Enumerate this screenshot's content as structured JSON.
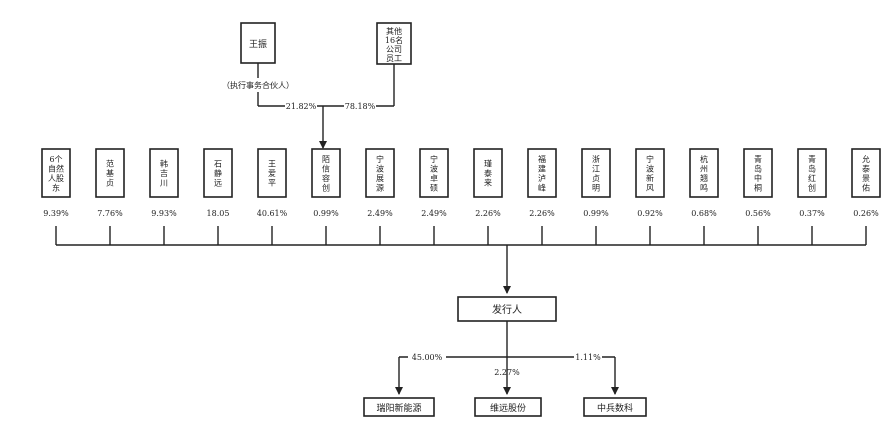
{
  "top_nodes": {
    "wangzhen": {
      "label": "王振"
    },
    "others": {
      "label_lines": [
        "其他",
        "16名",
        "公司",
        "员工"
      ]
    }
  },
  "gp_label": "（执行事务合伙人）",
  "left_pct": "21.82%",
  "right_pct": "78.18%",
  "shareholders": [
    {
      "lines": [
        "6个",
        "自然",
        "人股",
        "东"
      ],
      "pct": "9.39%"
    },
    {
      "lines": [
        "范",
        "基",
        "贞"
      ],
      "pct": "7.76%"
    },
    {
      "lines": [
        "韩",
        "吉",
        "川"
      ],
      "pct": "9.93%"
    },
    {
      "lines": [
        "石",
        "静",
        "远"
      ],
      "pct": "18.05"
    },
    {
      "lines": [
        "王",
        "爱",
        "平"
      ],
      "pct": "40.61%"
    },
    {
      "lines": [
        "陌",
        "信",
        "容",
        "创"
      ],
      "pct": "0.99%"
    },
    {
      "lines": [
        "宁",
        "波",
        "展",
        "源"
      ],
      "pct": "2.49%"
    },
    {
      "lines": [
        "宁",
        "波",
        "卓",
        "硕"
      ],
      "pct": "2.49%"
    },
    {
      "lines": [
        "瑾",
        "泰",
        "来"
      ],
      "pct": "2.26%"
    },
    {
      "lines": [
        "福",
        "建",
        "泸",
        "峰"
      ],
      "pct": "2.26%"
    },
    {
      "lines": [
        "浙",
        "江",
        "贞",
        "明"
      ],
      "pct": "0.99%"
    },
    {
      "lines": [
        "宁",
        "波",
        "新",
        "风"
      ],
      "pct": "0.92%"
    },
    {
      "lines": [
        "杭",
        "州",
        "翘",
        "鸣"
      ],
      "pct": "0.68%"
    },
    {
      "lines": [
        "青",
        "岛",
        "中",
        "桐"
      ],
      "pct": "0.56%"
    },
    {
      "lines": [
        "青",
        "岛",
        "红",
        "创"
      ],
      "pct": "0.37%"
    },
    {
      "lines": [
        "允",
        "泰",
        "景",
        "佑"
      ],
      "pct": "0.26%"
    }
  ],
  "issuer": {
    "label": "发行人"
  },
  "subsidiaries": [
    {
      "label": "瑞阳新能源",
      "pct": "45.00%"
    },
    {
      "label": "维远股份",
      "pct": "2.27%"
    },
    {
      "label": "中兵数科",
      "pct": "1.11%"
    }
  ]
}
